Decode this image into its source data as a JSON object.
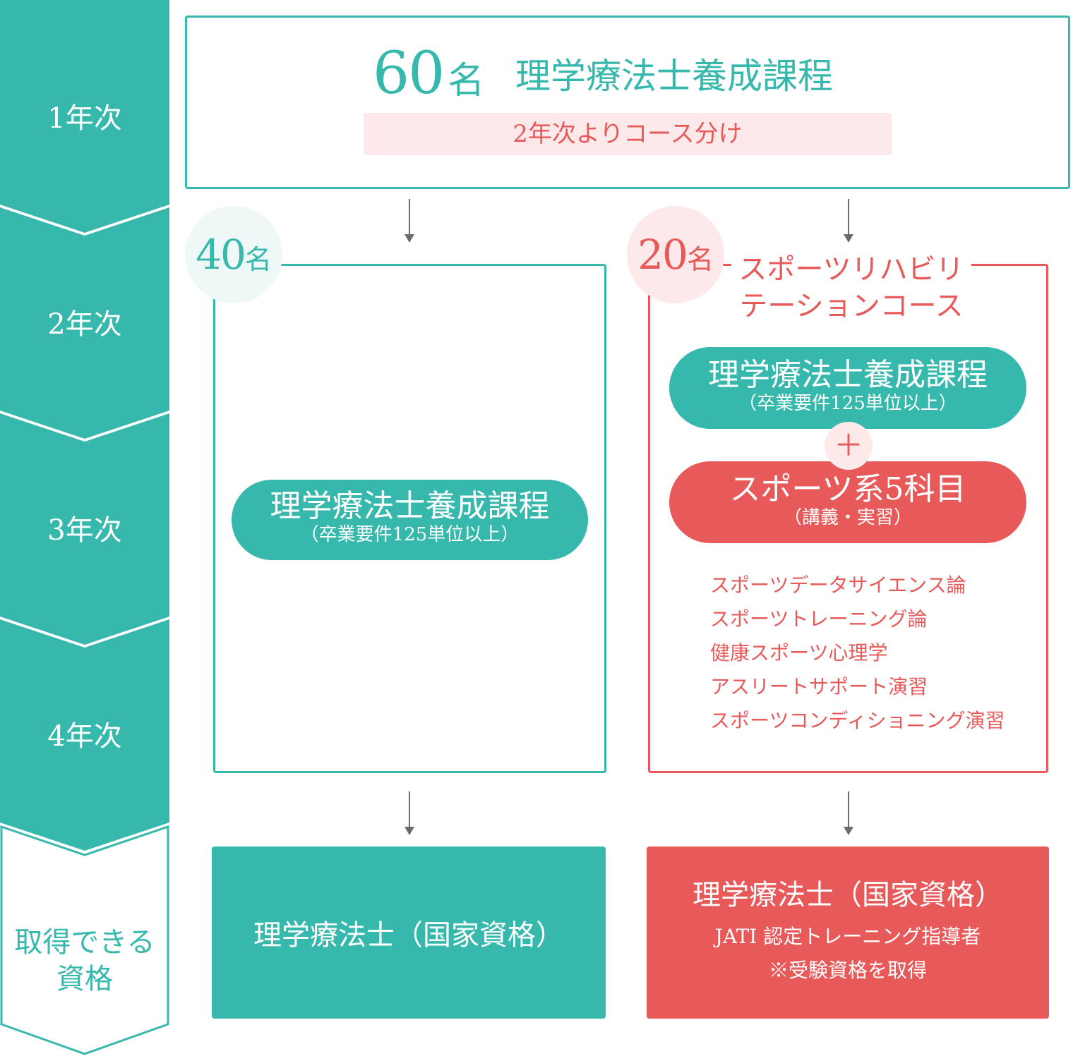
{
  "years": [
    "1年次",
    "2年次",
    "3年次",
    "4年次"
  ],
  "qualification_label": [
    "取得できる",
    "資格"
  ],
  "top": {
    "count_num": "60",
    "count_unit": "名",
    "program": "理学療法士養成課程",
    "split_note": "2年次よりコース分け"
  },
  "left": {
    "count_num": "40",
    "count_unit": "名",
    "pill_title": "理学療法士養成課程",
    "pill_sub": "（卒業要件125単位以上）",
    "result": "理学療法士（国家資格）"
  },
  "right": {
    "count_num": "20",
    "count_unit": "名",
    "course_line1": "スポーツリハビリ",
    "course_line2": "テーションコース",
    "pill1_title": "理学療法士養成課程",
    "pill1_sub": "（卒業要件125単位以上）",
    "plus": "＋",
    "pill2_title": "スポーツ系5科目",
    "pill2_sub": "（講義・実習）",
    "subjects": [
      "スポーツデータサイエンス論",
      "スポーツトレーニング論",
      "健康スポーツ心理学",
      "アスリートサポート演習",
      "スポーツコンディショニング演習"
    ],
    "result_title": "理学療法士（国家資格）",
    "result_line2": "JATI 認定トレーニング指導者",
    "result_line3": "※受験資格を取得"
  },
  "colors": {
    "teal": "#37b8ac",
    "red": "#e8595a",
    "pink_light": "#fde9e9",
    "teal_light": "#eef8f7"
  }
}
